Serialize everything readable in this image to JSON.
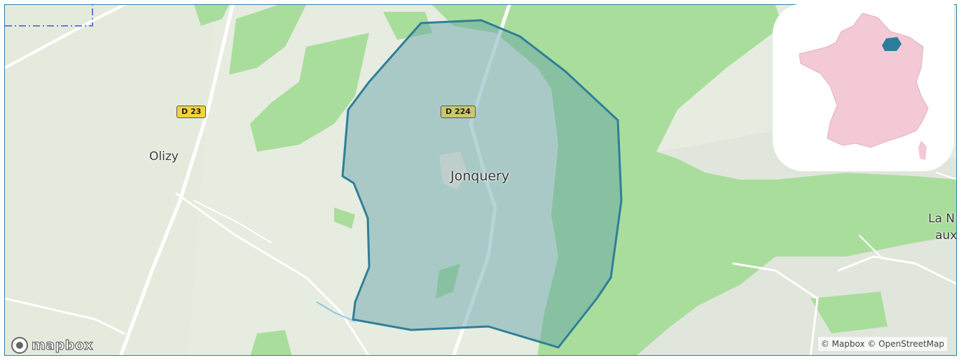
{
  "map": {
    "places": {
      "olizy": "Olizy",
      "jonquery": "Jonquery",
      "la_n_line1": "La N",
      "la_n_line2": "aux"
    },
    "roads": {
      "d23": "D 23",
      "d224": "D 224"
    },
    "branding": {
      "logo": "mapbox"
    },
    "attribution": "© Mapbox © OpenStreetMap",
    "colors": {
      "land": "#e6ecdf",
      "forest": "#a9dd9c",
      "highlight_fill": "#5f9fa8",
      "highlight_stroke": "#2f7f98",
      "road": "#ffffff",
      "shield": "#f5d33a",
      "inset_country": "#f2c9d5",
      "inset_region": "#2c7d9a"
    }
  }
}
